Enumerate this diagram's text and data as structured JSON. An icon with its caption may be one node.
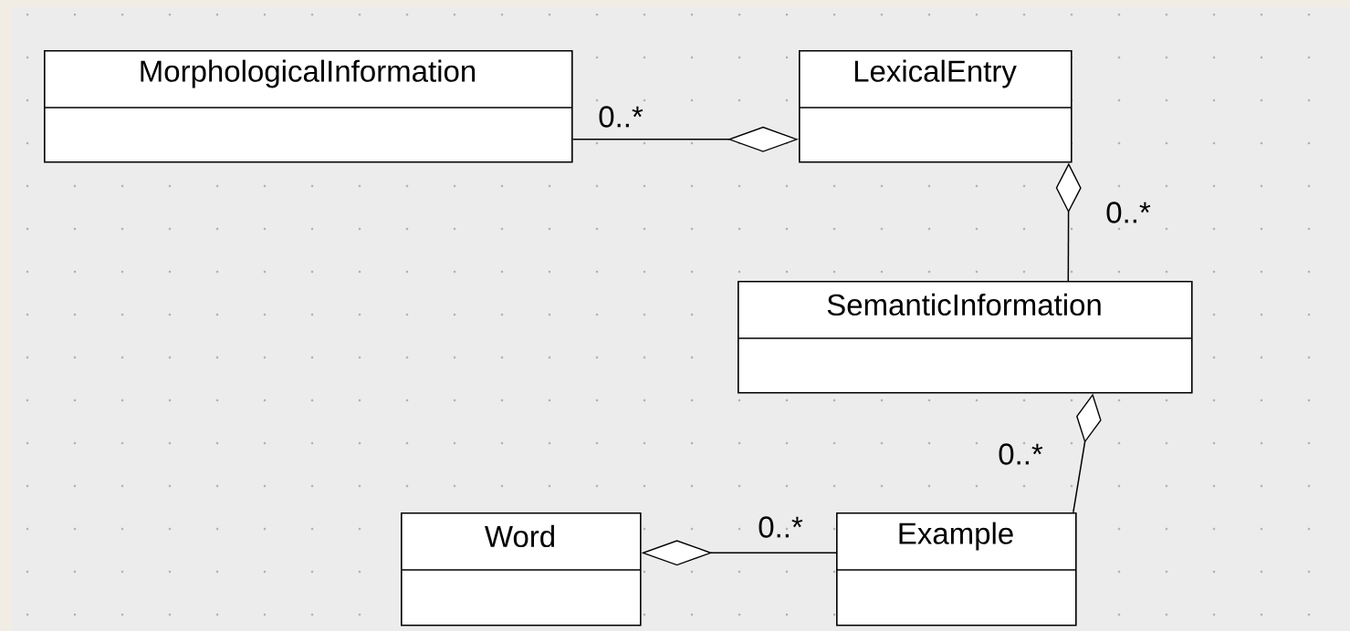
{
  "diagram": {
    "nodes": [
      {
        "text": [
          "MorphologicalInformation"
        ]
      },
      {
        "text": [
          "LexicalEntry"
        ]
      },
      {
        "text": [
          "SemanticInformation"
        ]
      },
      {
        "text": [
          "Word"
        ]
      },
      {
        "text": [
          "Example"
        ]
      }
    ],
    "edges": [
      {
        "from": 0,
        "to": 1,
        "arrow": "other",
        "label": "0..*"
      },
      {
        "from": 2,
        "to": 1,
        "arrow": "other",
        "label": "0..*"
      },
      {
        "from": 4,
        "to": 2,
        "arrow": "other",
        "label": "0..*"
      },
      {
        "from": 4,
        "to": 3,
        "arrow": "other",
        "label": "0..*"
      }
    ]
  }
}
